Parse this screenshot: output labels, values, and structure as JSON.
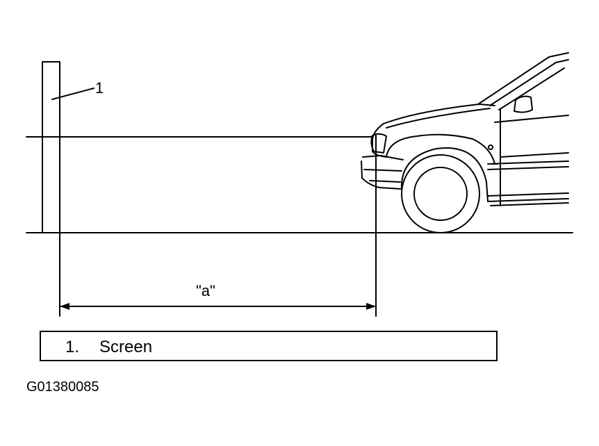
{
  "diagram": {
    "callout_number": "1",
    "distance_label": "\"a\"",
    "legend": {
      "items": [
        {
          "number": "1.",
          "label": "Screen"
        }
      ]
    },
    "figure_id": "G01380085"
  }
}
